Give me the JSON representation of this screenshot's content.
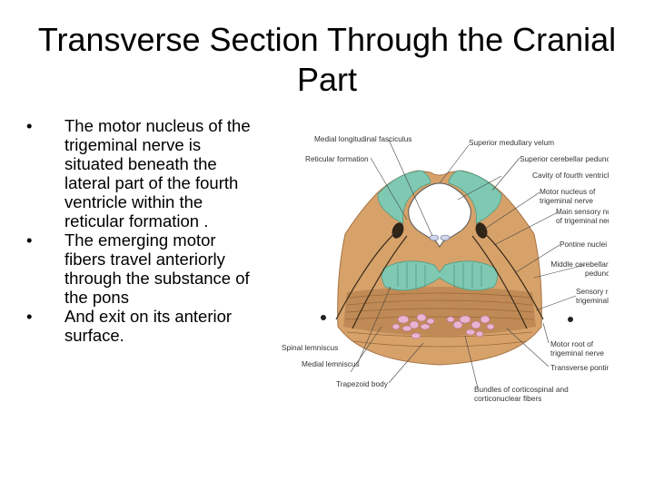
{
  "title": "Transverse Section Through the Cranial Part",
  "bullets": [
    "The motor nucleus of the trigeminal nerve is situated beneath the lateral part of the fourth ventricle within the reticular formation .",
    " The emerging motor fibers travel anteriorly through the substance of the pons",
    "And exit on its anterior surface."
  ],
  "bullet_glyph": "•",
  "figure_labels": {
    "mlf": "Medial longitudinal fasciculus",
    "reticular": "Reticular formation",
    "spinal_lemniscus": "Spinal lemniscus",
    "medial_lemniscus": "Medial lemniscus",
    "trapezoid": "Trapezoid body",
    "sup_medullary": "Superior medullary velum",
    "sup_cerebellar": "Superior cerebellar peduncle",
    "cavity_fourth": "Cavity of fourth ventricle",
    "motor_nucleus_1": "Motor nucleus of",
    "motor_nucleus_2": "trigeminal nerve",
    "main_sensory_1": "Main sensory nucleus",
    "main_sensory_2": "of trigeminal nerve",
    "pontine_nuclei": "Pontine nuclei",
    "middle_cerebellar_1": "Middle cerebellar",
    "middle_cerebellar_2": "peduncle",
    "sensory_root_1": "Sensory root of",
    "sensory_root_2": "trigeminal nerve",
    "motor_root_1": "Motor root of",
    "motor_root_2": "trigeminal nerve",
    "transverse_pontine": "Transverse pontine fibers",
    "bundles_1": "Bundles of corticospinal and",
    "bundles_2": "corticonuclear fibers"
  },
  "colors": {
    "tissue": "#d6a26a",
    "tissue_dark": "#b9834f",
    "peduncle": "#7fc8b2",
    "bundles": "#e9b4d2",
    "ventricle": "#ffffff"
  }
}
